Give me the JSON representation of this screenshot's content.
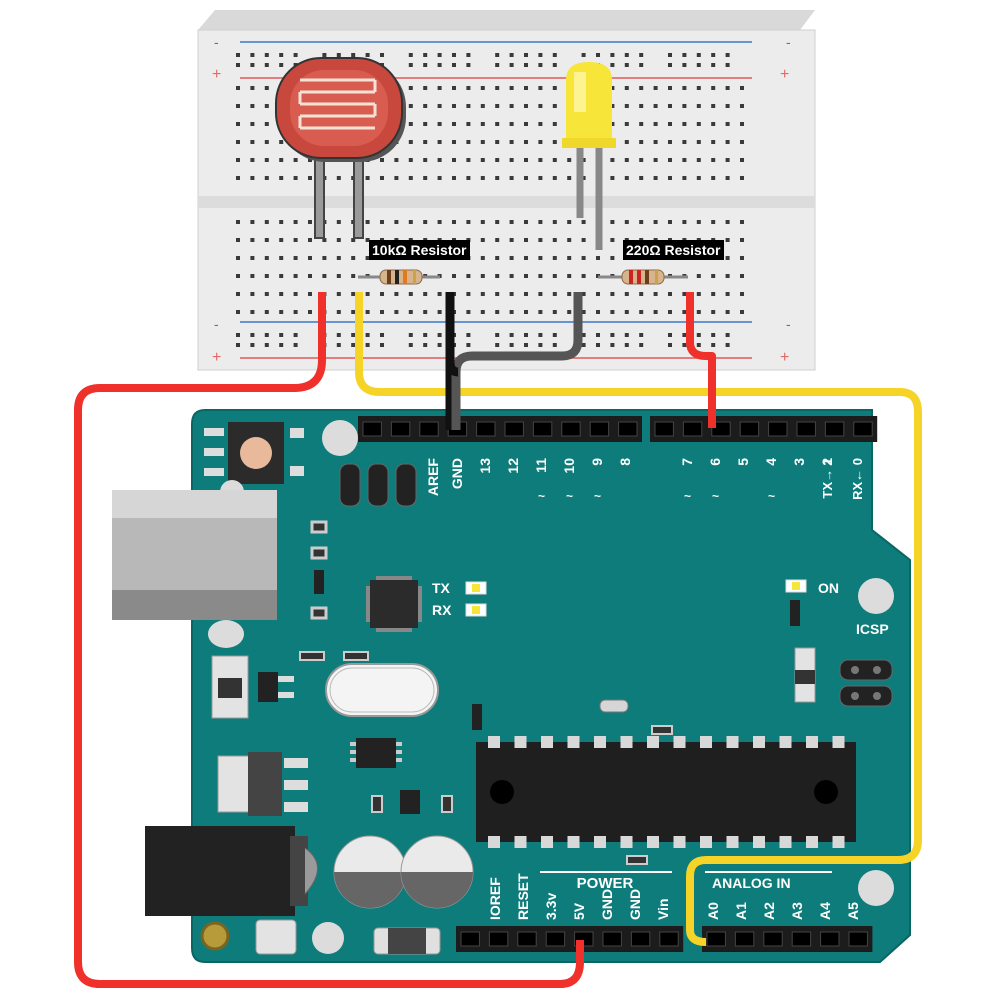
{
  "breadboard": {
    "rail_plus": "+",
    "rail_minus": "-"
  },
  "components": {
    "resistor_10k": "10kΩ Resistor",
    "resistor_220": "220Ω Resistor",
    "photoresistor": "photoresistor-icon",
    "led": "led-icon"
  },
  "board": {
    "digital_header": [
      "AREF",
      "GND",
      "13",
      "12",
      "11",
      "10",
      "9",
      "8",
      "7",
      "6",
      "5",
      "4",
      "3",
      "2",
      "TX→ 1",
      "RX← 0"
    ],
    "pwm_marks": [
      "~",
      "~",
      "~",
      "~",
      "~",
      "~"
    ],
    "tx": "TX",
    "rx": "RX",
    "on": "ON",
    "icsp": "ICSP",
    "power_title": "POWER",
    "power_header": [
      "IOREF",
      "RESET",
      "3.3v",
      "5V",
      "GND",
      "GND",
      "Vin"
    ],
    "analog_title": "ANALOG IN",
    "analog_header": [
      "A0",
      "A1",
      "A2",
      "A3",
      "A4",
      "A5"
    ]
  },
  "colors": {
    "board": "#0e7c7b",
    "wire_red": "#f0302a",
    "wire_yellow": "#f5d327",
    "wire_black": "#111111",
    "wire_gray": "#555555",
    "led": "#f7e53a"
  }
}
